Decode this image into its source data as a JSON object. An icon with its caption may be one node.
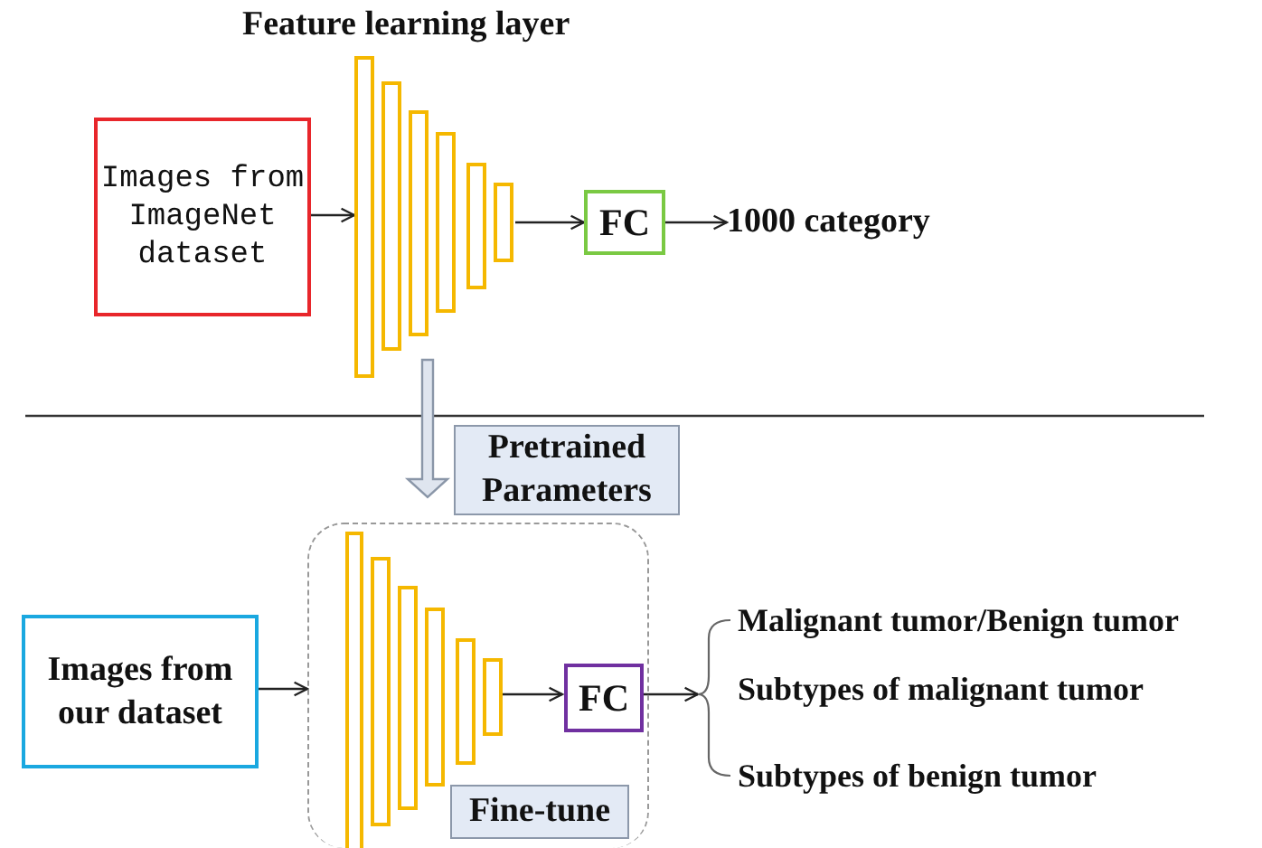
{
  "diagram": {
    "nodes": [
      {
        "text": [
          "Images from ImageNet dataset"
        ]
      },
      {
        "text": [
          "Feature learning layer"
        ]
      },
      {
        "text": [
          "FC"
        ]
      },
      {
        "text": [
          "1000 category"
        ]
      },
      {
        "text": [
          "Pretrained Parameters"
        ]
      },
      {
        "text": [
          "Images from our dataset"
        ]
      },
      {
        "text": [],
        "shape": "box"
      },
      {
        "text": [],
        "shape": "picture",
        "in": 6
      },
      {
        "text": [
          "FC"
        ],
        "in": 6
      },
      {
        "text": [
          "Fine-tune"
        ],
        "in": 6
      },
      {
        "text": [],
        "shape": "bracket"
      }
    ],
    "labels": [
      "Malignant tumor/Benign tumor",
      "Subtypes of malignant tumor",
      "Subtypes of benign tumor"
    ],
    "edges": [
      {
        "from": 0,
        "to": 1,
        "arrow": "to"
      },
      {
        "from": 1,
        "to": 2,
        "arrow": "to"
      },
      {
        "from": 2,
        "to": 3,
        "arrow": "to"
      },
      {
        "from": 1,
        "to": 6,
        "arrow": "to",
        "style": "thick"
      },
      {
        "from": 5,
        "to": 6,
        "arrow": "to"
      },
      {
        "from": 7,
        "to": 8,
        "arrow": "to"
      },
      {
        "from": 8,
        "to": 10,
        "arrow": "to"
      }
    ]
  }
}
